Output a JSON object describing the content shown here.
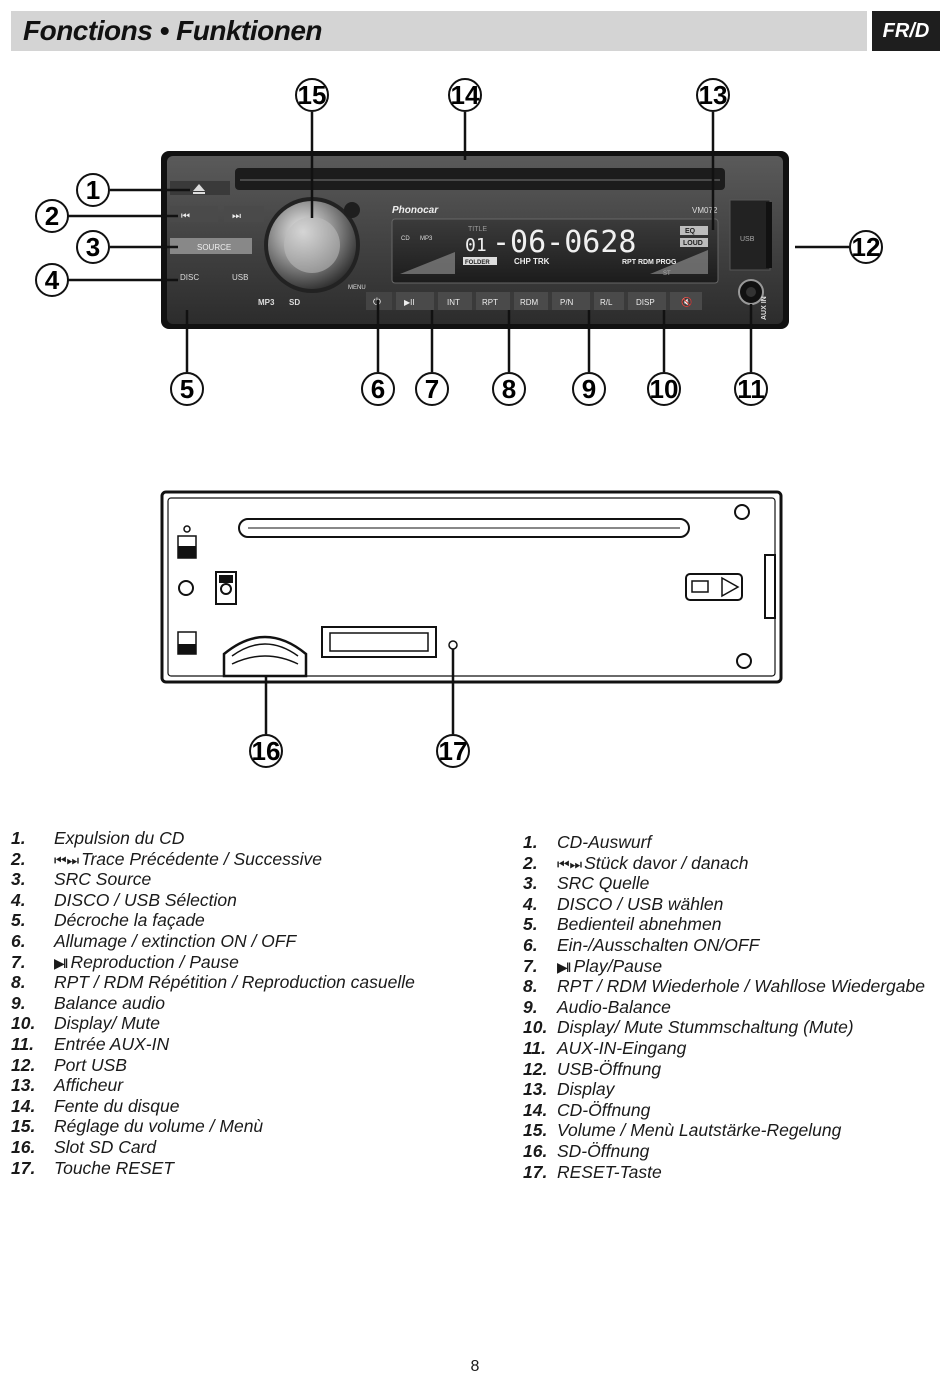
{
  "header": {
    "title": "Fonctions • Funktionen",
    "lang": "FR/D"
  },
  "callouts": [
    "1",
    "2",
    "3",
    "4",
    "5",
    "6",
    "7",
    "8",
    "9",
    "10",
    "11",
    "12",
    "13",
    "14",
    "15",
    "16",
    "17"
  ],
  "device": {
    "brand": "Phonocar",
    "model": "VM072",
    "display": {
      "title": "TITLE",
      "track": "01",
      "digits": "-06-0628",
      "eq": "EQ",
      "loud": "LOUD",
      "folder": "FOLDER",
      "chp_trk": "CHP TRK",
      "rpt_rdm_prog": "RPT RDM PROG",
      "st": "ST",
      "cd": "CD",
      "mp3": "MP3"
    },
    "buttons": {
      "prev": "⏮",
      "next": "⏭",
      "source": "SOURCE",
      "disc": "DISC",
      "usb": "USB",
      "mp3": "MP3",
      "sd": "SD",
      "menu": "MENU",
      "power": "⏻",
      "play": "▶II",
      "int": "INT",
      "rpt": "RPT",
      "rdm": "RDM",
      "pn": "P/N",
      "rl": "R/L",
      "disp": "DISP",
      "usb_port": "USB",
      "aux": "AUX IN"
    }
  },
  "list_fr": [
    {
      "n": "1.",
      "t": "Expulsion du CD"
    },
    {
      "n": "2.",
      "g": "⏮ ⏭",
      "t": "Trace Précédente / Successive"
    },
    {
      "n": "3.",
      "t": "SRC Source"
    },
    {
      "n": "4.",
      "t": "DISCO / USB Sélection"
    },
    {
      "n": "5.",
      "t": "Décroche la façade"
    },
    {
      "n": "6.",
      "t": "Allumage / extinction ON / OFF"
    },
    {
      "n": "7.",
      "g": "▶II",
      "t": "Reproduction / Pause"
    },
    {
      "n": "8.",
      "t": "RPT / RDM Répétition / Reproduction casuelle"
    },
    {
      "n": "9.",
      "t": "Balance audio"
    },
    {
      "n": "10.",
      "t": "Display/ Mute"
    },
    {
      "n": "11.",
      "t": "Entrée AUX-IN"
    },
    {
      "n": "12.",
      "t": "Port USB"
    },
    {
      "n": "13.",
      "t": "Afficheur"
    },
    {
      "n": "14.",
      "t": "Fente du disque"
    },
    {
      "n": "15.",
      "t": "Réglage du volume / Menù"
    },
    {
      "n": "16.",
      "t": "Slot SD Card"
    },
    {
      "n": "17.",
      "t": "Touche RESET"
    }
  ],
  "list_de": [
    {
      "n": "1.",
      "t": "CD-Auswurf"
    },
    {
      "n": "2.",
      "g": "⏮ ⏭",
      "t": "Stück davor / danach"
    },
    {
      "n": "3.",
      "t": "SRC Quelle"
    },
    {
      "n": "4.",
      "t": "DISCO / USB wählen"
    },
    {
      "n": "5.",
      "t": "Bedienteil abnehmen"
    },
    {
      "n": "6.",
      "t": "Ein-/Ausschalten ON/OFF"
    },
    {
      "n": "7.",
      "g": "▶II",
      "t": "Play/Pause"
    },
    {
      "n": "8.",
      "t": "RPT / RDM Wiederhole / Wahllose Wiedergabe"
    },
    {
      "n": "9.",
      "t": "Audio-Balance"
    },
    {
      "n": "10.",
      "t": "Display/ Mute Stummschaltung (Mute)"
    },
    {
      "n": "11.",
      "t": "AUX-IN-Eingang"
    },
    {
      "n": "12.",
      "t": "USB-Öffnung"
    },
    {
      "n": "13.",
      "t": "Display"
    },
    {
      "n": "14.",
      "t": "CD-Öffnung"
    },
    {
      "n": "15.",
      "t": "Volume / Menù Lautstärke-Regelung"
    },
    {
      "n": "16.",
      "t": "SD-Öffnung"
    },
    {
      "n": "17.",
      "t": "RESET-Taste"
    }
  ],
  "page_number": "8"
}
